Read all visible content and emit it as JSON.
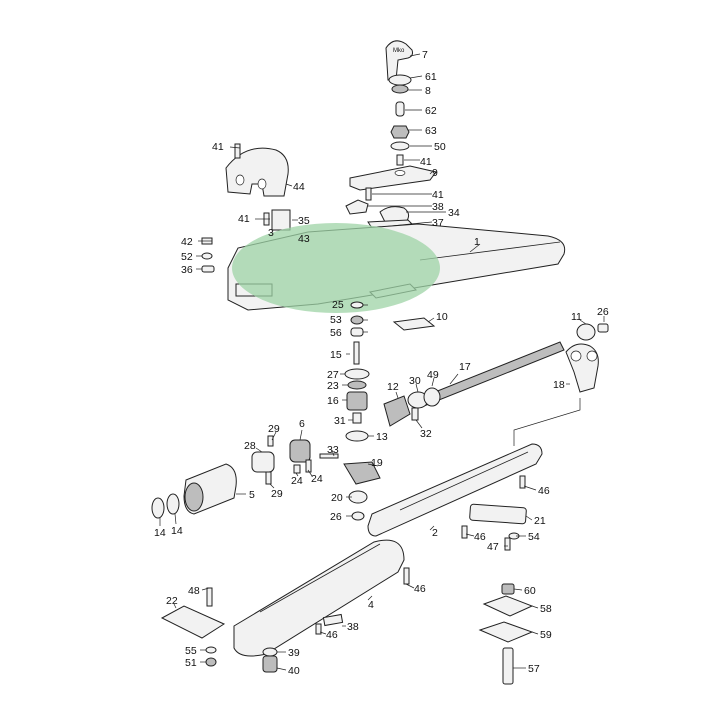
{
  "diagram": {
    "highlight_color": "#9ed3a6",
    "labels": {
      "p1": "1",
      "p2": "2",
      "p3": "3",
      "p4": "4",
      "p5": "5",
      "p6": "6",
      "p7": "7",
      "p8": "8",
      "p9": "9",
      "p10": "10",
      "p11": "11",
      "p12": "12",
      "p13": "13",
      "p14a": "14",
      "p14b": "14",
      "p15": "15",
      "p16": "16",
      "p17": "17",
      "p18": "18",
      "p19": "19",
      "p20": "20",
      "p21": "21",
      "p22": "22",
      "p23": "23",
      "p24a": "24",
      "p24b": "24",
      "p25": "25",
      "p26a": "26",
      "p26b": "26",
      "p27": "27",
      "p28": "28",
      "p29a": "29",
      "p29b": "29",
      "p30": "30",
      "p31": "31",
      "p32": "32",
      "p33": "33",
      "p34": "34",
      "p35": "35",
      "p36": "36",
      "p37": "37",
      "p38a": "38",
      "p38b": "38",
      "p39": "39",
      "p40": "40",
      "p41a": "41",
      "p41b": "41",
      "p41c": "41",
      "p41d": "41",
      "p42": "42",
      "p43": "43",
      "p44": "44",
      "p46a": "46",
      "p46b": "46",
      "p46c": "46",
      "p46d": "46",
      "p47": "47",
      "p48": "48",
      "p49": "49",
      "p50": "50",
      "p51": "51",
      "p52": "52",
      "p53": "53",
      "p54": "54",
      "p55": "55",
      "p56": "56",
      "p57": "57",
      "p58": "58",
      "p59": "59",
      "p60": "60",
      "p61": "61",
      "p62": "62",
      "p63": "63"
    }
  }
}
